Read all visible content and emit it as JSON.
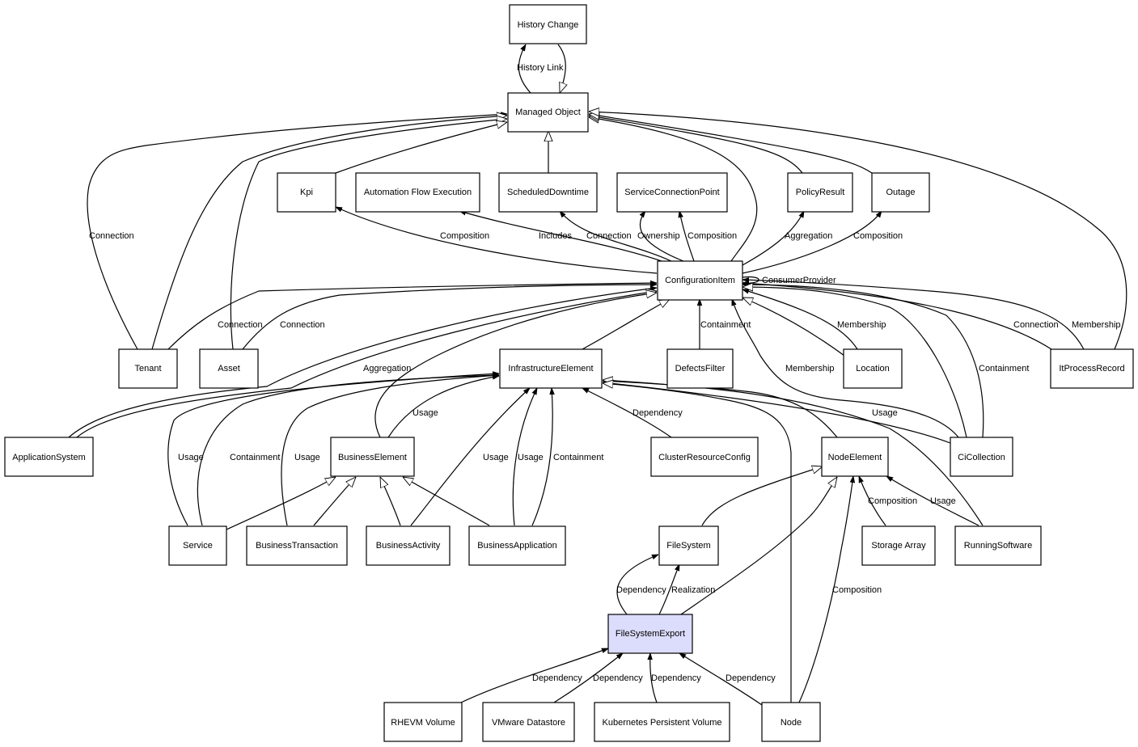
{
  "nodes": {
    "history_change": "History Change",
    "managed_object": "Managed Object",
    "kpi": "Kpi",
    "automation_flow_execution": "Automation Flow Execution",
    "scheduled_downtime": "ScheduledDowntime",
    "service_connection_point": "ServiceConnectionPoint",
    "policy_result": "PolicyResult",
    "outage": "Outage",
    "configuration_item": "ConfigurationItem",
    "tenant": "Tenant",
    "asset": "Asset",
    "infrastructure_element": "InfrastructureElement",
    "defects_filter": "DefectsFilter",
    "location": "Location",
    "it_process_record": "ItProcessRecord",
    "application_system": "ApplicationSystem",
    "business_element": "BusinessElement",
    "cluster_resource_config": "ClusterResourceConfig",
    "node_element": "NodeElement",
    "ci_collection": "CiCollection",
    "service": "Service",
    "business_transaction": "BusinessTransaction",
    "business_activity": "BusinessActivity",
    "business_application": "BusinessApplication",
    "file_system": "FileSystem",
    "storage_array": "Storage Array",
    "running_software": "RunningSoftware",
    "file_system_export": "FileSystemExport",
    "rhevm_volume": "RHEVM Volume",
    "vmware_datastore": "VMware Datastore",
    "kubernetes_persistent_volume": "Kubernetes Persistent Volume",
    "node": "Node"
  },
  "edges": {
    "history_link": "History Link",
    "tenant_connection_mo": "Connection",
    "ci_composition_kpi": "Composition",
    "ci_includes_afe": "Includes",
    "ci_connection_sd": "Connection",
    "ci_ownership_scp": "Ownership",
    "ci_composition_scp": "Composition",
    "ci_aggregation_pr": "Aggregation",
    "ci_composition_outage": "Composition",
    "ci_consumer_provider": "ConsumerProvider",
    "tenant_connection_ci": "Connection",
    "asset_connection_ci": "Connection",
    "defects_containment": "Containment",
    "location_membership": "Membership",
    "itpr_connection": "Connection",
    "itpr_membership": "Membership",
    "appsys_aggregation": "Aggregation",
    "cic_membership": "Membership",
    "cic_containment": "Containment",
    "be_usage": "Usage",
    "crc_dependency": "Dependency",
    "cic_usage": "Usage",
    "service_usage": "Usage",
    "service_containment": "Containment",
    "bt_usage": "Usage",
    "ba_usage": "Usage",
    "bapp_usage": "Usage",
    "bapp_containment": "Containment",
    "storage_composition": "Composition",
    "rs_usage": "Usage",
    "fse_dependency_fs": "Dependency",
    "fse_realization_fs": "Realization",
    "node_composition_ne": "Composition",
    "rhevm_dependency": "Dependency",
    "vmware_dependency": "Dependency",
    "k8s_dependency": "Dependency",
    "node_dependency": "Dependency"
  }
}
